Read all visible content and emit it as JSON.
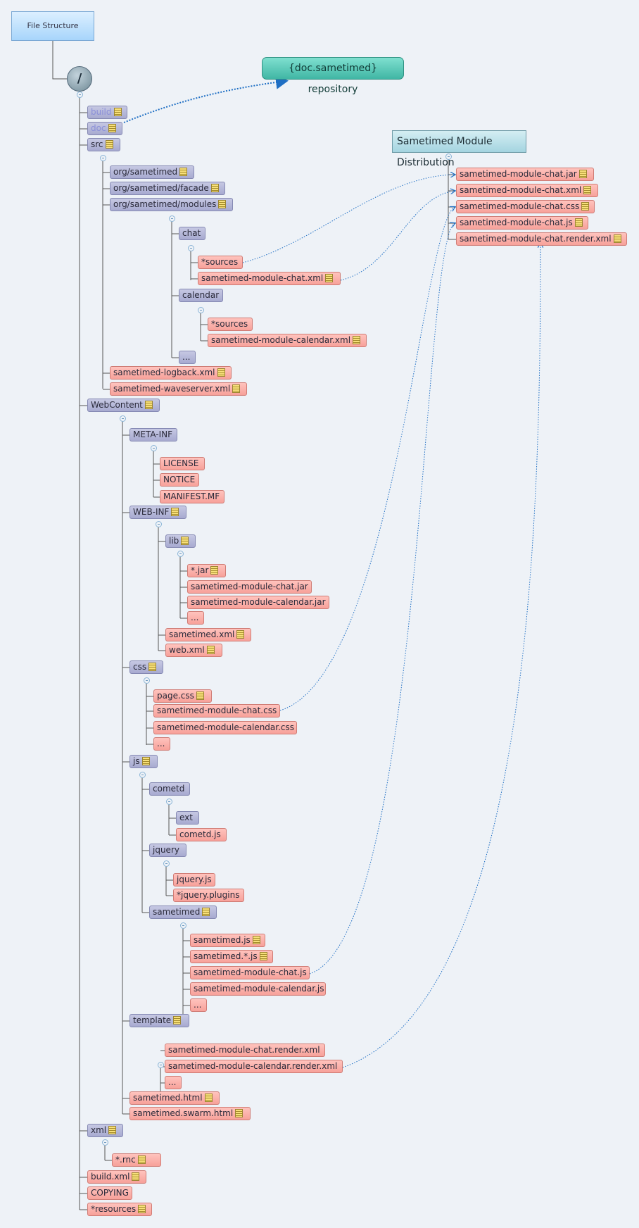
{
  "title": "File Structure",
  "root": {
    "label": "/"
  },
  "repository": {
    "label": "{doc.sametimed} repository"
  },
  "distribution": {
    "title": "Sametimed Module Distribution"
  },
  "tree": {
    "build": "build",
    "doc": "doc",
    "src": "src",
    "org_sametimed": "org/sametimed",
    "org_facade": "org/sametimed/facade",
    "org_modules": "org/sametimed/modules",
    "chat": "chat",
    "chat_sources": "*sources",
    "chat_xml": "sametimed-module-chat.xml",
    "calendar": "calendar",
    "cal_sources": "*sources",
    "cal_xml": "sametimed-module-calendar.xml",
    "mod_more": "...",
    "logback": "sametimed-logback.xml",
    "waveserver": "sametimed-waveserver.xml",
    "webcontent": "WebContent",
    "metainf": "META-INF",
    "license": "LICENSE",
    "notice": "NOTICE",
    "manifest": "MANIFEST.MF",
    "webinf": "WEB-INF",
    "lib": "lib",
    "jar": "*.jar",
    "lib_chat": "sametimed-module-chat.jar",
    "lib_cal": "sametimed-module-calendar.jar",
    "lib_more": "...",
    "sametimed_xml": "sametimed.xml",
    "web_xml": "web.xml",
    "css": "css",
    "page_css": "page.css",
    "css_chat": "sametimed-module-chat.css",
    "css_cal": "sametimed-module-calendar.css",
    "css_more": "...",
    "js": "js",
    "cometd": "cometd",
    "ext": "ext",
    "cometd_js": "cometd.js",
    "jquery": "jquery",
    "jquery_js": "jquery.js",
    "jquery_plugins": "*jquery.plugins",
    "sametimed_dir": "sametimed",
    "sametimed_js": "sametimed.js",
    "sametimed_star_js": "sametimed.*.js",
    "js_chat": "sametimed-module-chat.js",
    "js_cal": "sametimed-module-calendar.js",
    "js_more": "...",
    "template": "template",
    "tpl_chat": "sametimed-module-chat.render.xml",
    "tpl_cal": "sametimed-module-calendar.render.xml",
    "tpl_more": "...",
    "sametimed_html": "sametimed.html",
    "swarm_html": "sametimed.swarm.html",
    "xml": "xml",
    "rnc": "*.rnc",
    "build_xml": "build.xml",
    "copying": "COPYING",
    "resources": "*resources"
  },
  "dist_items": {
    "jar": "sametimed-module-chat.jar",
    "xml": "sametimed-module-chat.xml",
    "css": "sametimed-module-chat.css",
    "js": "sametimed-module-chat.js",
    "render": "sametimed-module-chat.render.xml"
  },
  "colors": {
    "folder": "#b4b7db",
    "file": "#fbb2ab",
    "link": "#1f6fc4",
    "line": "#555555"
  }
}
